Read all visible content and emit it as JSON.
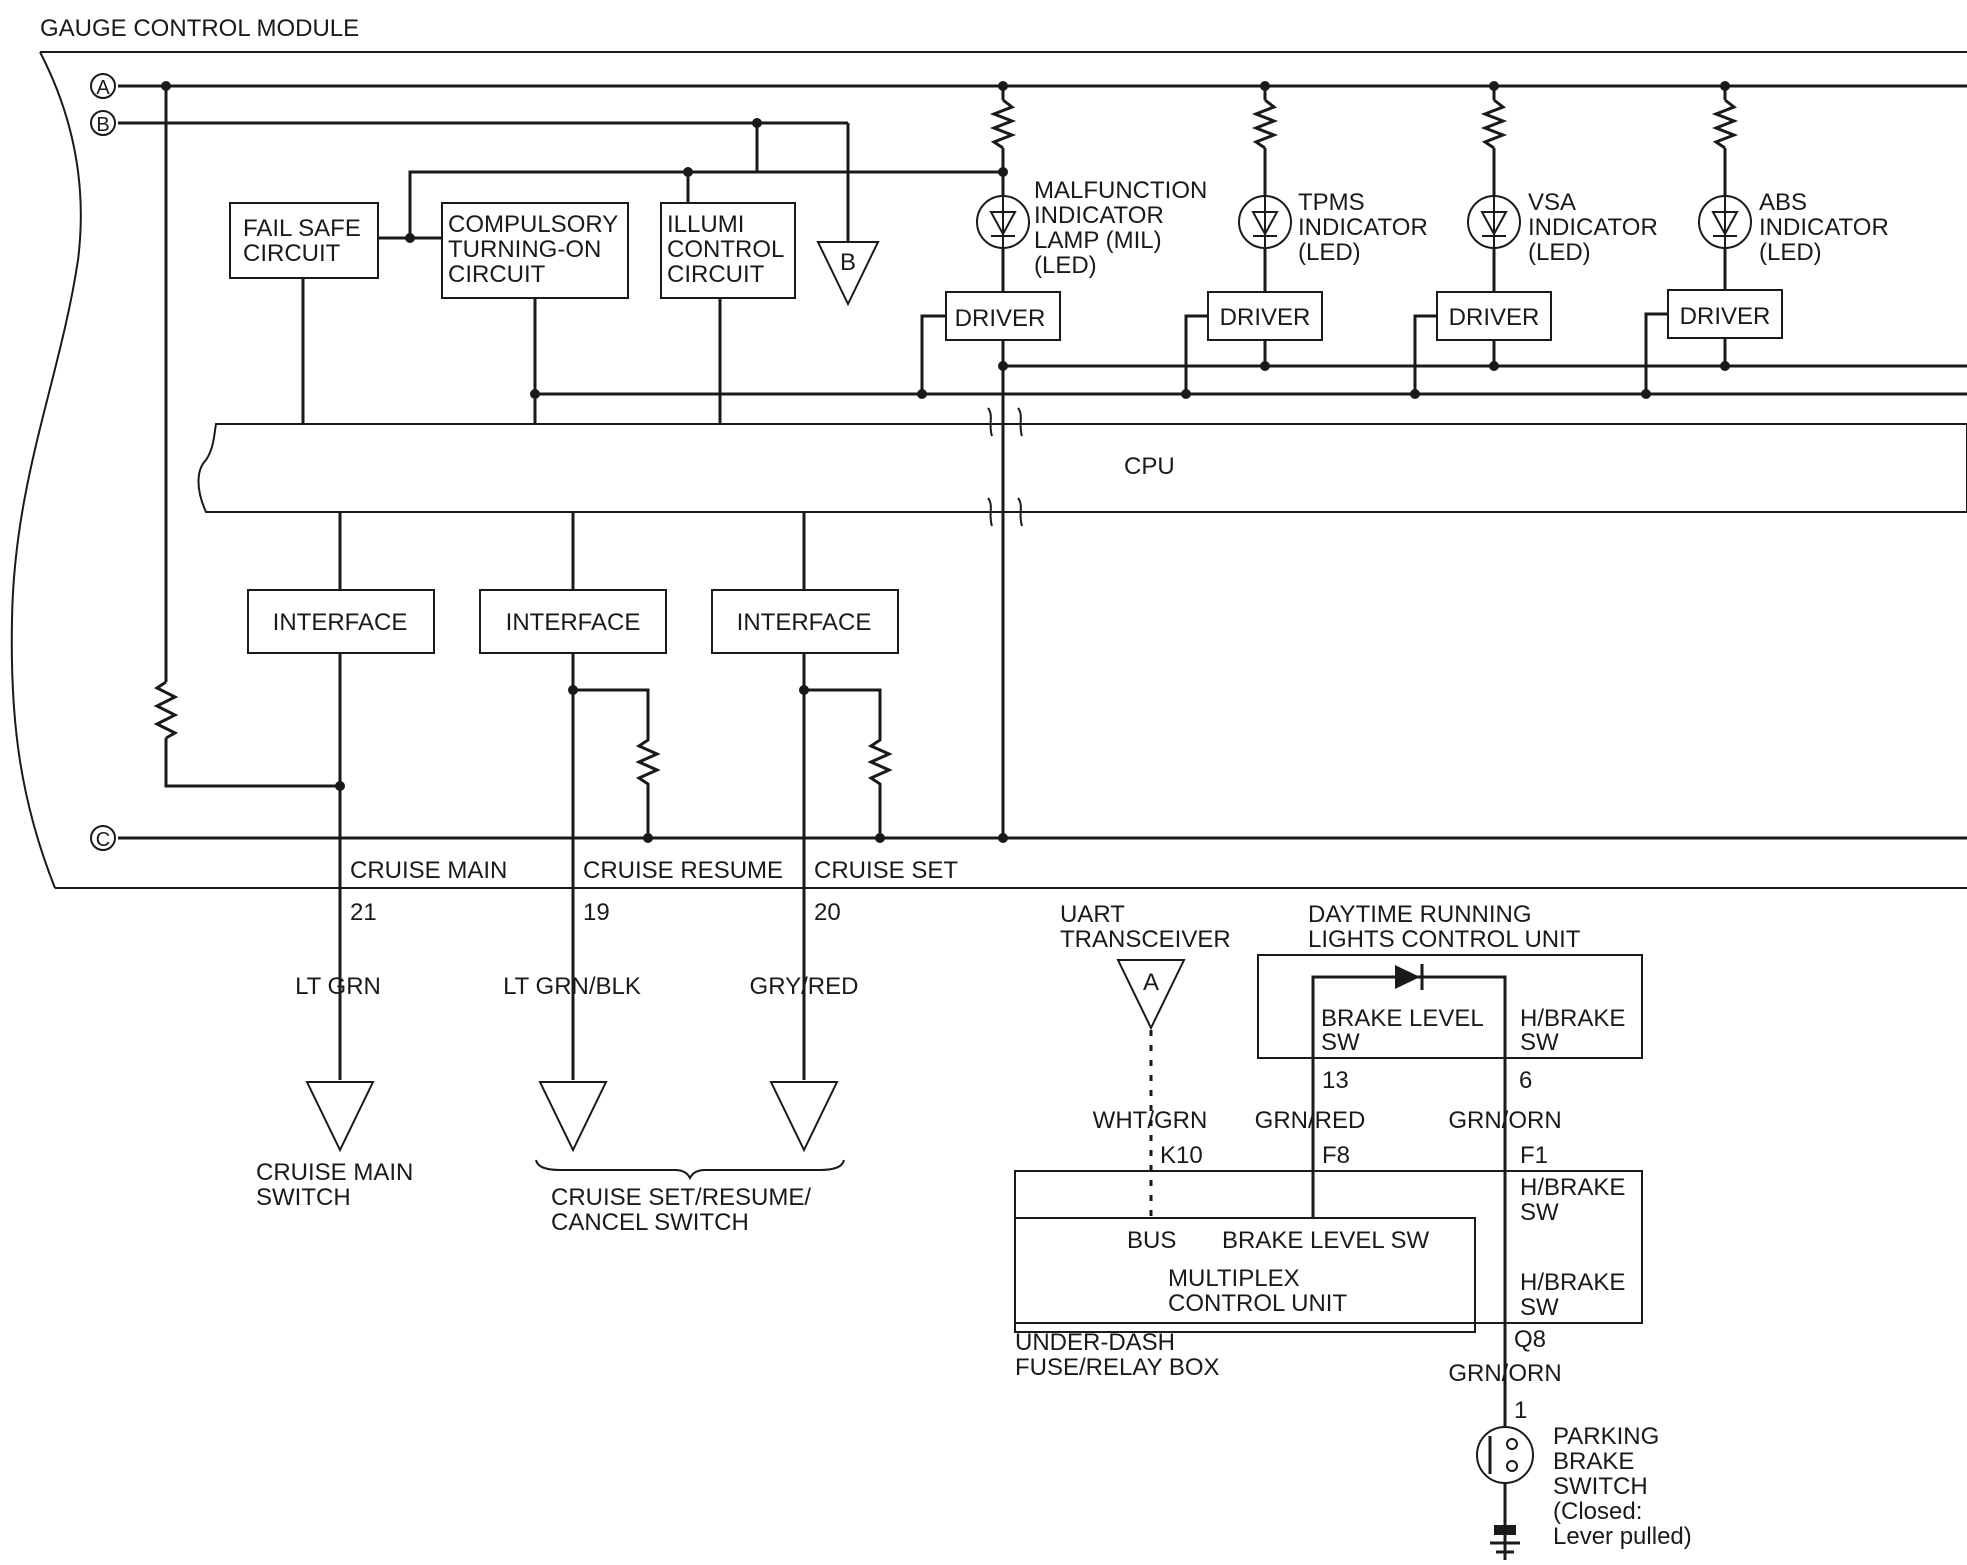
{
  "module_title": "GAUGE CONTROL MODULE",
  "bus_labels": {
    "a": "A",
    "b": "B",
    "c": "C"
  },
  "blocks": {
    "fail_safe": [
      "FAIL SAFE",
      "CIRCUIT"
    ],
    "compulsory": [
      "COMPULSORY",
      "TURNING-ON",
      "CIRCUIT"
    ],
    "illumi": [
      "ILLUMI",
      "CONTROL",
      "CIRCUIT"
    ],
    "b_connector": "B",
    "cpu": "CPU"
  },
  "indicators": [
    {
      "lines": [
        "MALFUNCTION",
        "INDICATOR",
        "LAMP (MIL)",
        "(LED)"
      ],
      "driver": "DRIVER"
    },
    {
      "lines": [
        "TPMS",
        "INDICATOR",
        "(LED)"
      ],
      "driver": "DRIVER"
    },
    {
      "lines": [
        "VSA",
        "INDICATOR",
        "(LED)"
      ],
      "driver": "DRIVER"
    },
    {
      "lines": [
        "ABS",
        "INDICATOR",
        "(LED)"
      ],
      "driver": "DRIVER"
    }
  ],
  "inputs": [
    {
      "interface": "INTERFACE",
      "signal": "CRUISE MAIN",
      "pin": "21",
      "wire": "LT GRN"
    },
    {
      "interface": "INTERFACE",
      "signal": "CRUISE RESUME",
      "pin": "19",
      "wire": "LT GRN/BLK"
    },
    {
      "interface": "INTERFACE",
      "signal": "CRUISE SET",
      "pin": "20",
      "wire": "GRY/RED"
    }
  ],
  "switches": {
    "cruise_main": [
      "CRUISE MAIN",
      "SWITCH"
    ],
    "cruise_set_resume": [
      "CRUISE SET/RESUME/",
      "CANCEL SWITCH"
    ]
  },
  "uart": {
    "lines": [
      "UART",
      "TRANSCEIVER"
    ],
    "connector": "A",
    "wire": "WHT/GRN",
    "pin": "K10",
    "bus": "BUS"
  },
  "drl": {
    "title": [
      "DAYTIME RUNNING",
      "LIGHTS CONTROL UNIT"
    ],
    "brake_level": [
      "BRAKE LEVEL",
      "SW"
    ],
    "hbrake": [
      "H/BRAKE",
      "SW"
    ],
    "pin_13": "13",
    "pin_6": "6"
  },
  "wires": {
    "grn_red": "GRN/RED",
    "grn_orn_top": "GRN/ORN",
    "f8": "F8",
    "f1": "F1",
    "q8": "Q8",
    "grn_orn_bottom": "GRN/ORN",
    "pin_1": "1"
  },
  "fuse_box": {
    "brake_level_sw": "BRAKE LEVEL SW",
    "multiplex": [
      "MULTIPLEX",
      "CONTROL UNIT"
    ],
    "hbrake_upper": [
      "H/BRAKE",
      "SW"
    ],
    "hbrake_lower": [
      "H/BRAKE",
      "SW"
    ],
    "title": [
      "UNDER-DASH",
      "FUSE/RELAY BOX"
    ]
  },
  "parking_brake": {
    "lines": [
      "PARKING",
      "BRAKE",
      "SWITCH",
      "(Closed:",
      "Lever pulled)"
    ]
  }
}
